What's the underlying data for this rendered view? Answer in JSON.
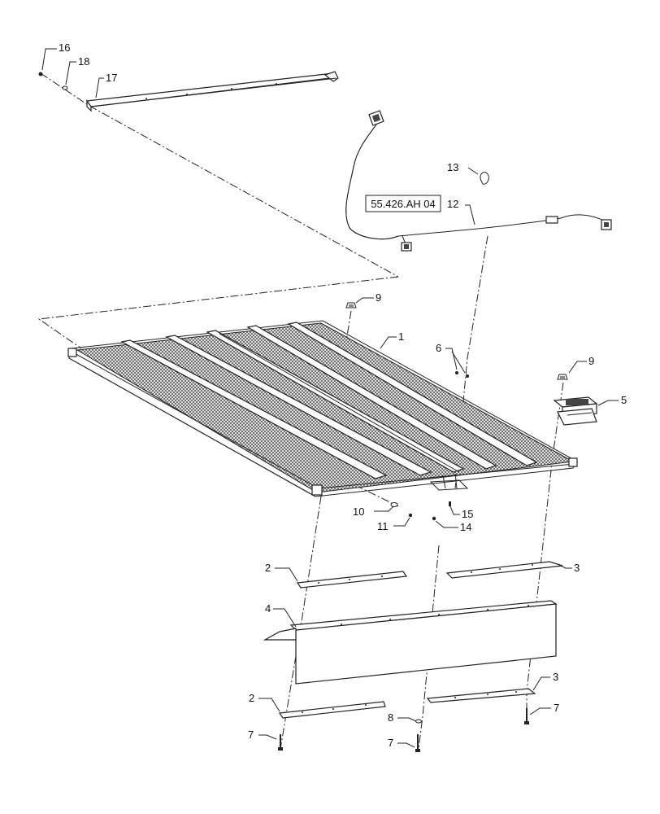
{
  "callouts": {
    "c1": "1",
    "c2a": "2",
    "c2b": "2",
    "c3a": "3",
    "c3b": "3",
    "c4": "4",
    "c5": "5",
    "c6": "6",
    "c7a": "7",
    "c7b": "7",
    "c7c": "7",
    "c8": "8",
    "c9a": "9",
    "c9b": "9",
    "c10": "10",
    "c11": "11",
    "c12": "12",
    "c13": "13",
    "c14": "14",
    "c15": "15",
    "c16": "16",
    "c17": "17",
    "c18": "18"
  },
  "reference_box": "55.426.AH 04"
}
